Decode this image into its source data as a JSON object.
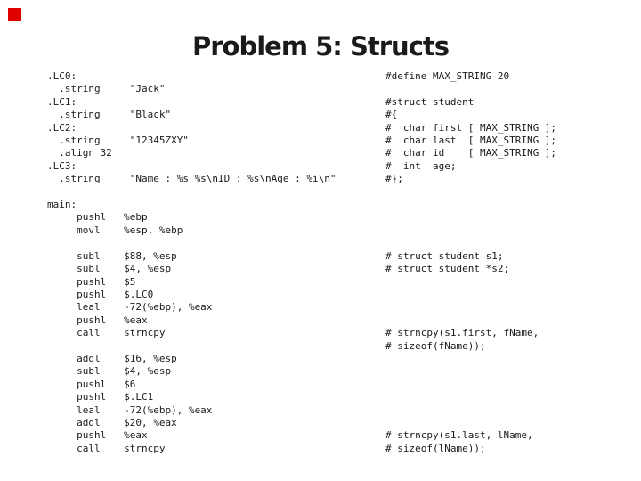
{
  "slide": {
    "title": "Problem 5: Structs",
    "background_color": "#ffffff",
    "text_color": "#1a1a1a",
    "accent_square_color": "#e00000"
  },
  "code": {
    "left_lines": [
      ".LC0:",
      "  .string     \"Jack\"",
      ".LC1:",
      "  .string     \"Black\"",
      ".LC2:",
      "  .string     \"12345ZXY\"",
      "  .align 32",
      ".LC3:",
      "  .string     \"Name : %s %s\\nID : %s\\nAge : %i\\n\"",
      "",
      "main:",
      "     pushl   %ebp",
      "     movl    %esp, %ebp",
      "",
      "     subl    $88, %esp",
      "     subl    $4, %esp",
      "     pushl   $5",
      "     pushl   $.LC0",
      "     leal    -72(%ebp), %eax",
      "     pushl   %eax",
      "     call    strncpy",
      "",
      "     addl    $16, %esp",
      "     subl    $4, %esp",
      "     pushl   $6",
      "     pushl   $.LC1",
      "     leal    -72(%ebp), %eax",
      "     addl    $20, %eax",
      "     pushl   %eax",
      "     call    strncpy"
    ],
    "right_lines": [
      "#define MAX_STRING 20",
      "",
      "#struct student",
      "#{",
      "#  char first [ MAX_STRING ];",
      "#  char last  [ MAX_STRING ];",
      "#  char id    [ MAX_STRING ];",
      "#  int  age;",
      "#};",
      "",
      "",
      "",
      "",
      "",
      "# struct student s1;",
      "# struct student *s2;",
      "",
      "",
      "",
      "",
      "# strncpy(s1.first, fName,",
      "# sizeof(fName));",
      "",
      "",
      "",
      "",
      "",
      "",
      "# strncpy(s1.last, lName,",
      "# sizeof(lName));"
    ]
  }
}
